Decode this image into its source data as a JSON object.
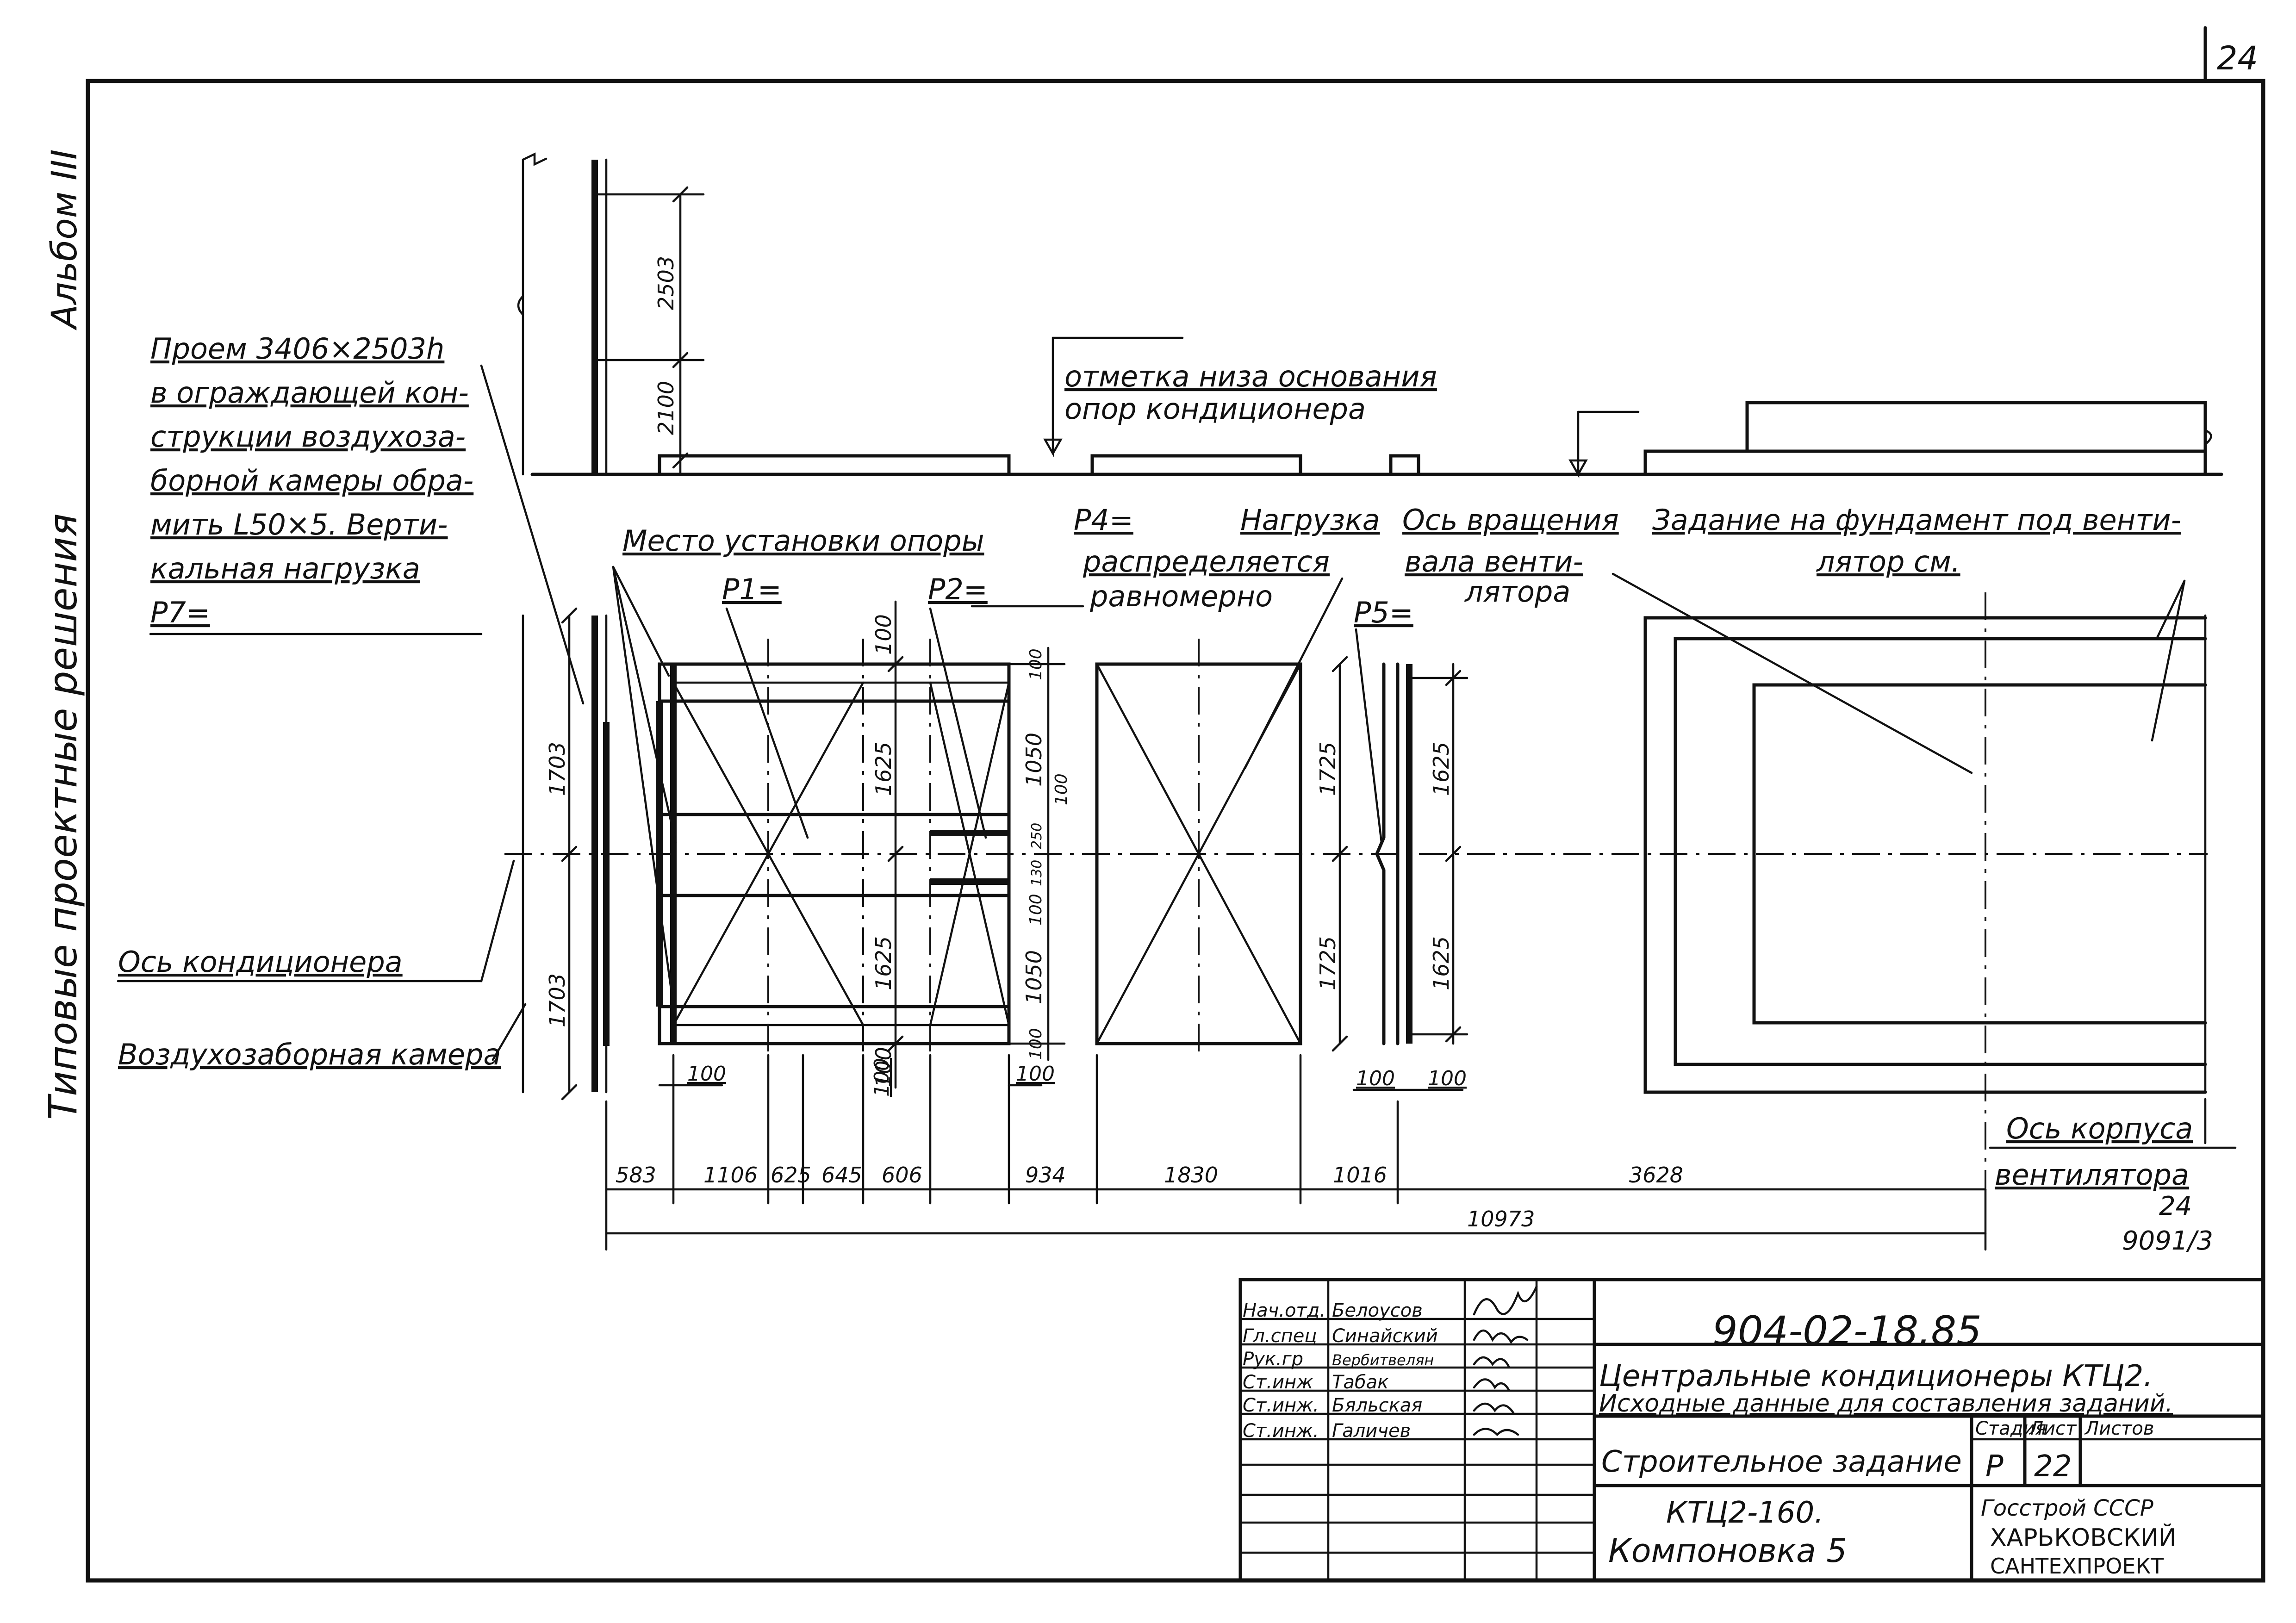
{
  "sheet": {
    "corner_number": "24",
    "side_album": "Альбом III",
    "side_series": "Типовые проектные решения",
    "reference_top": "24",
    "reference_bottom": "9091/3"
  },
  "notes": {
    "opening": [
      "Проем 3406×2503h",
      "в ограждающей кон-",
      "струкции воздухоза-",
      "борной камеры обра-",
      "мить L50×5. Верти-",
      "кальная нагрузка",
      "P7="
    ],
    "mark": [
      "отметка низа основания",
      "опор кондиционера"
    ],
    "support_place": "Место установки опоры",
    "p1": "P1=",
    "p2": "P2=",
    "p4": "P4=",
    "load": "Нагрузка",
    "distributed": [
      "распределяется",
      "равномерно"
    ],
    "rotation_axis": [
      "Ось вращения",
      "вала венти-",
      "лятора"
    ],
    "p5": "P5=",
    "foundation_task": [
      "Задание на фундамент под венти-",
      "лятор см."
    ],
    "conditioner_axis": "Ось кондиционера",
    "intake_chamber": "Воздухозаборная камера",
    "body_axis": [
      "Ось корпуса",
      "вентилятора"
    ]
  },
  "dimensions": {
    "bottom_chain": [
      "583",
      "1106",
      "625",
      "645",
      "606",
      "934",
      "1830",
      "1016",
      "3628"
    ],
    "overall": "10973",
    "wall_section": [
      "2503",
      "2100"
    ],
    "left_heights": [
      "1703",
      "1703"
    ],
    "frame_verticals": [
      "100",
      "1625",
      "1625",
      "100"
    ],
    "frame_right": [
      "100",
      "1050",
      "100",
      "250",
      "130",
      "100",
      "1050",
      "100"
    ],
    "unit_heights": [
      "1725",
      "1725"
    ],
    "fan_heights": [
      "1625",
      "1625"
    ],
    "small_offsets": [
      "100",
      "100",
      "100",
      "100",
      "100"
    ]
  },
  "title_block": {
    "roles": [
      "Нач.отд.",
      "Гл.спец",
      "Рук.гр",
      "Ст.инж",
      "Ст.инж.",
      "Ст.инж."
    ],
    "names": [
      "Белоусов",
      "Синайский",
      "Вербитвелян",
      "Табак",
      "Бяльская",
      "Галичев"
    ],
    "code": "904-02-18.85",
    "title": [
      "Центральные кондиционеры КТЦ2.",
      "Исходные данные для составления заданий."
    ],
    "stage_label": "Стадия",
    "sheet_label": "Лист",
    "sheets_label": "Листов",
    "sheet_name": "Строительное задание",
    "stage_value": "Р",
    "sheet_value": "22",
    "model": "КТЦ2-160.",
    "layout": "Компоновка 5",
    "org": [
      "Госстрой СССР",
      "ХАРЬКОВСКИЙ",
      "САНТЕХПРОЕКТ"
    ]
  }
}
